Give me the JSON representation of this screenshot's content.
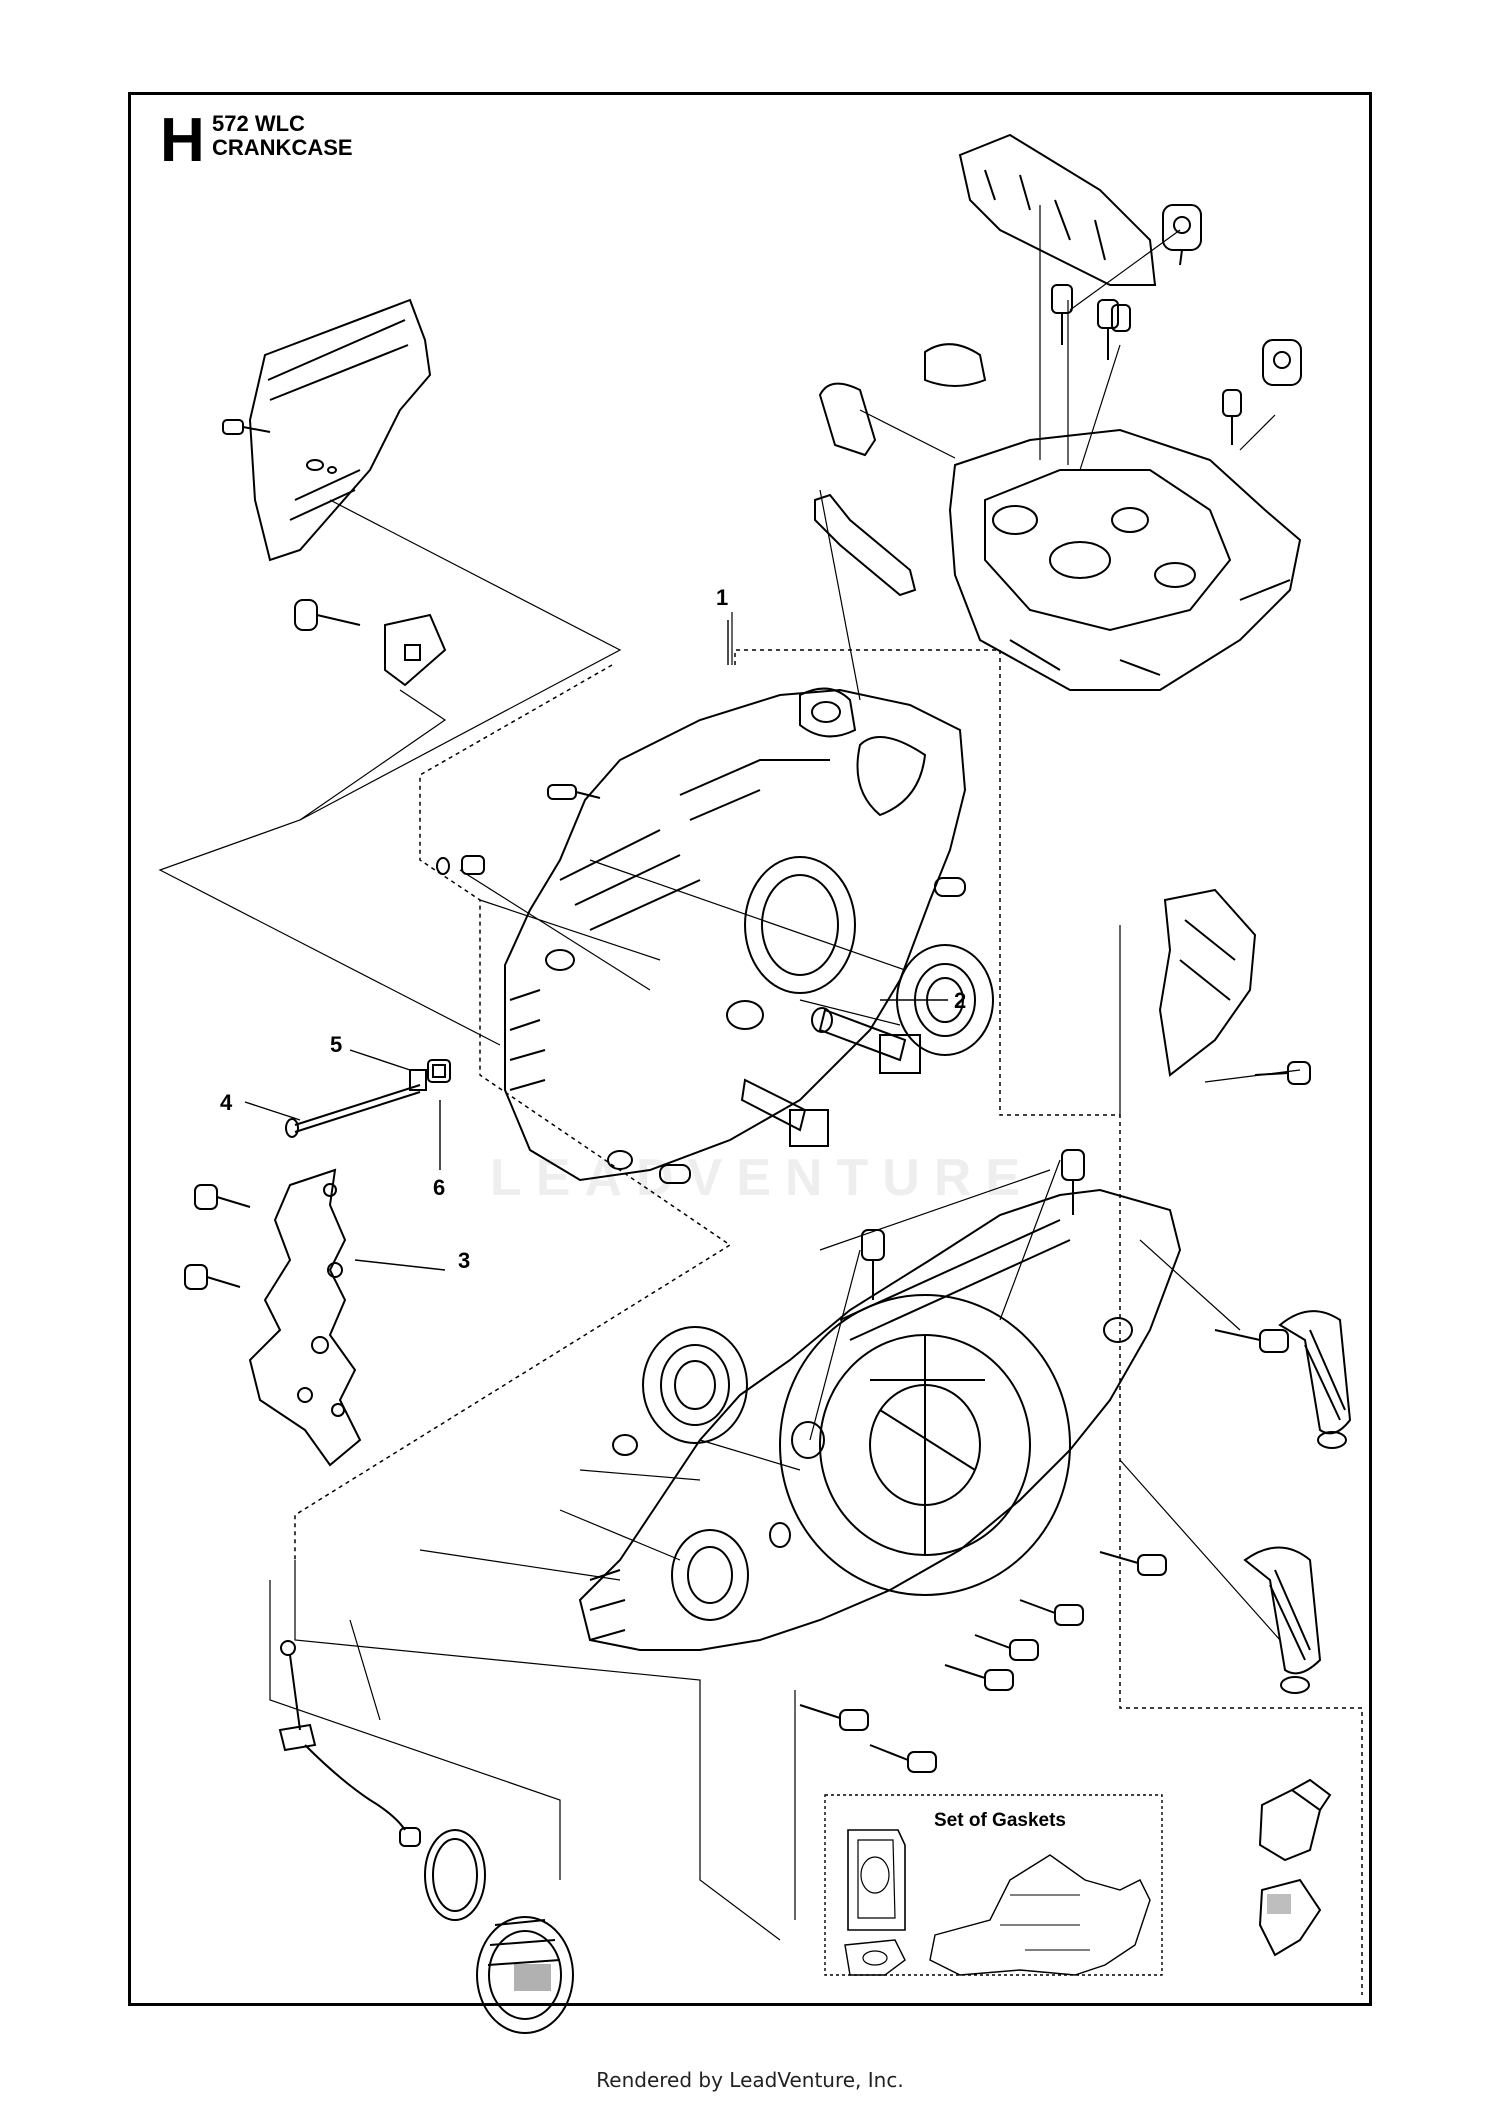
{
  "header": {
    "section_letter": "H",
    "model": "572 WLC",
    "section_name": "CRANKCASE"
  },
  "callouts": [
    "1",
    "2",
    "3",
    "4",
    "5",
    "6"
  ],
  "gasket_set": {
    "title": "Set of Gaskets"
  },
  "watermark": "LEADVENTURE",
  "footer": "Rendered by LeadVenture, Inc."
}
